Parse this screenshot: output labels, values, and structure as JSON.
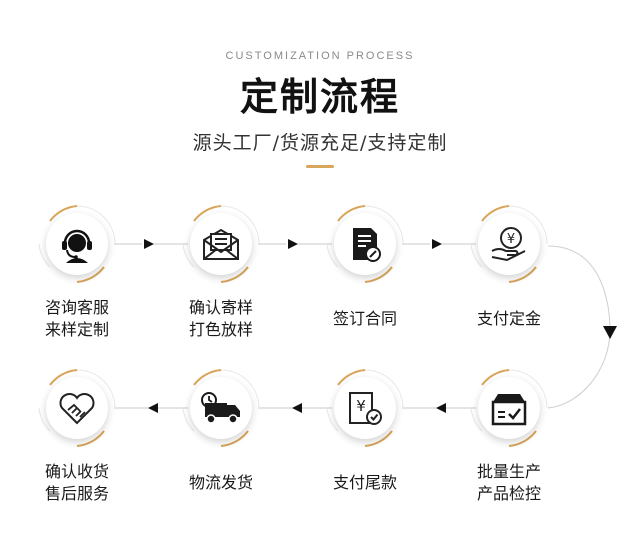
{
  "header": {
    "subtitle_en": "CUSTOMIZATION PROCESS",
    "title": "定制流程",
    "tagline": "源头工厂/货源充足/支持定制"
  },
  "colors": {
    "accent": "#d8a55a",
    "dark": "#1a1a1a"
  },
  "steps": [
    {
      "line1": "咨询客服",
      "line2": "来样定制",
      "icon": "customer-service-headset-icon"
    },
    {
      "line1": "确认寄样",
      "line2": "打色放样",
      "icon": "mail-envelope-icon"
    },
    {
      "line1": "签订合同",
      "line2": "",
      "icon": "contract-signing-icon"
    },
    {
      "line1": "支付定金",
      "line2": "",
      "icon": "payment-yen-hand-icon"
    },
    {
      "line1": "批量生产",
      "line2": "产品检控",
      "icon": "production-box-check-icon"
    },
    {
      "line1": "支付尾款",
      "line2": "",
      "icon": "balance-payment-icon"
    },
    {
      "line1": "物流发货",
      "line2": "",
      "icon": "delivery-truck-icon"
    },
    {
      "line1": "确认收货",
      "line2": "售后服务",
      "icon": "handshake-heart-icon"
    }
  ]
}
